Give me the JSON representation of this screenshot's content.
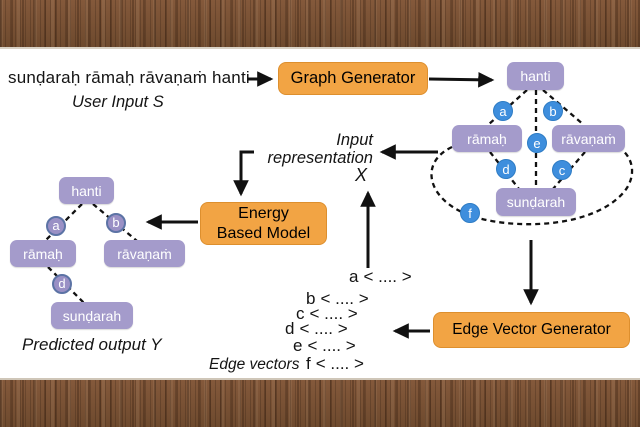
{
  "figure": {
    "user_input": {
      "sentence": "sunḍaraḥ rāmaḥ rāvaṇaṁ hanti",
      "label": "User Input S"
    },
    "blocks": {
      "graph_generator": "Graph Generator",
      "energy_based_model": {
        "line1": "Energy",
        "line2": "Based Model"
      },
      "edge_vector_generator": "Edge Vector Generator"
    },
    "input_representation": {
      "line1": "Input",
      "line2": "representation",
      "variable": "X"
    },
    "predicted_output_label": "Predicted output Y",
    "edge_vectors_label": "Edge vectors",
    "graph": {
      "nodes": {
        "hanti": "hanti",
        "ramah": "rāmaḥ",
        "ravanam": "rāvaṇaṁ",
        "sundarah": "sunḍarah"
      },
      "edge_labels": {
        "a": "a",
        "b": "b",
        "c": "c",
        "d": "d",
        "e": "e",
        "f": "f"
      }
    },
    "predicted_graph": {
      "nodes": {
        "hanti": "hanti",
        "ramah": "rāmaḥ",
        "ravanam": "rāvaṇaṁ",
        "sundarah": "sunḍarah"
      },
      "edge_labels": {
        "a": "a",
        "b": "b",
        "d": "d"
      }
    },
    "edge_vectors": [
      {
        "label": "a",
        "value": "< .... >"
      },
      {
        "label": "b",
        "value": "< .... >"
      },
      {
        "label": "c",
        "value": "< .... >"
      },
      {
        "label": "d",
        "value": "< .... >"
      },
      {
        "label": "e",
        "value": "< .... >"
      },
      {
        "label": "f",
        "value": "< .... >"
      }
    ],
    "colors": {
      "process_box": "#F2A444",
      "node_box": "#A49BCB",
      "edge_node_blue": "#3E8EDD",
      "edge_node_purple": "#9A90C5",
      "wood": "#7B5336"
    }
  }
}
